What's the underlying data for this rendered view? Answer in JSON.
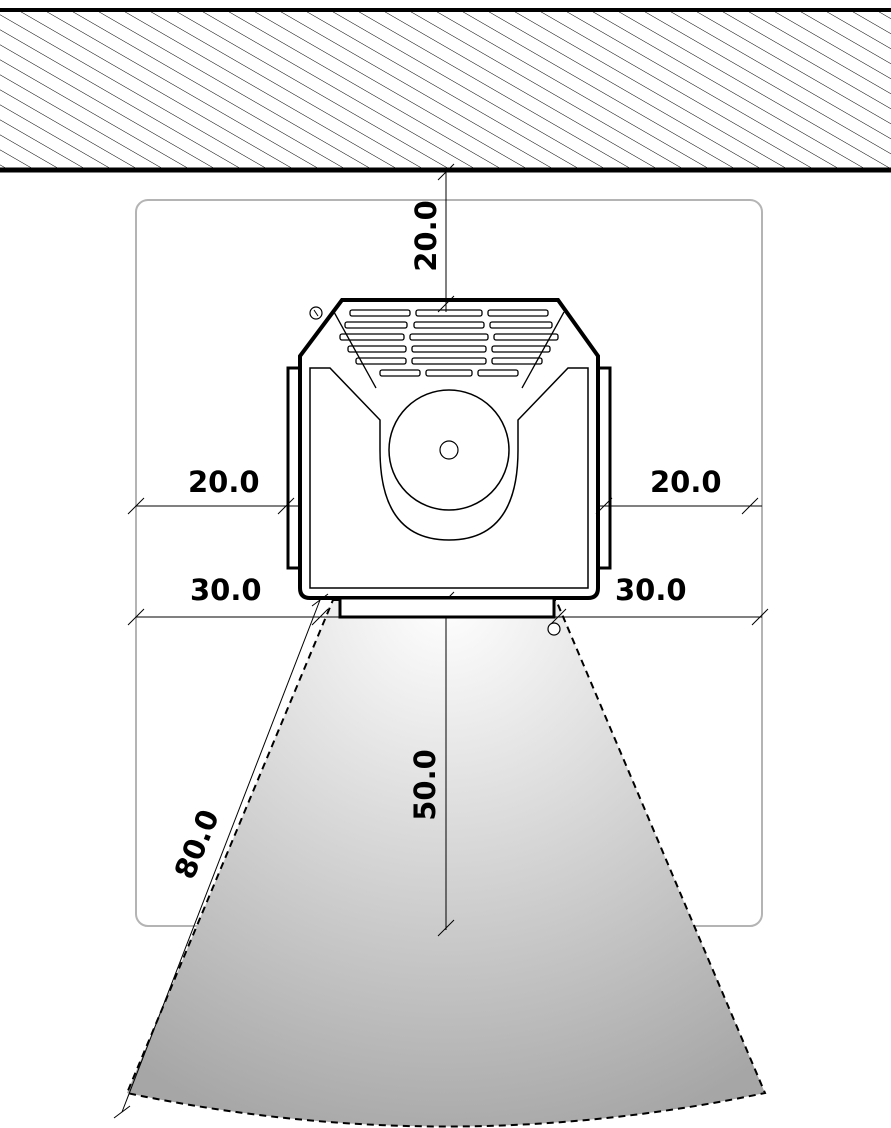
{
  "dimensions": {
    "top_clearance": "20.0",
    "left_side": "20.0",
    "right_side": "20.0",
    "left_front": "30.0",
    "right_front": "30.0",
    "front_depth": "50.0",
    "diagonal": "80.0"
  },
  "colors": {
    "line": "#000000",
    "zone_border": "#b4b4b4",
    "beam_light": "#ffffff",
    "beam_dark": "#a6a6a6"
  }
}
